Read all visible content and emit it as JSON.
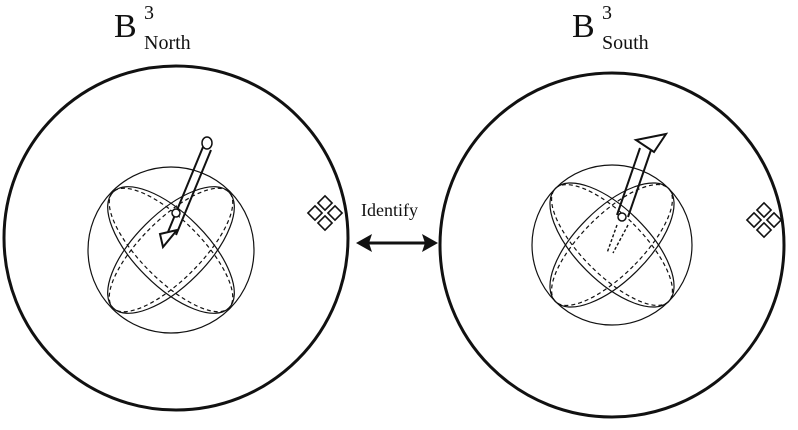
{
  "north": {
    "base": "B",
    "superscript": "3",
    "subscript": "North"
  },
  "south": {
    "base": "B",
    "superscript": "3",
    "subscript": "South"
  },
  "connector": {
    "label": "Identify"
  },
  "colors": {
    "stroke": "#111111",
    "background": "#ffffff"
  }
}
